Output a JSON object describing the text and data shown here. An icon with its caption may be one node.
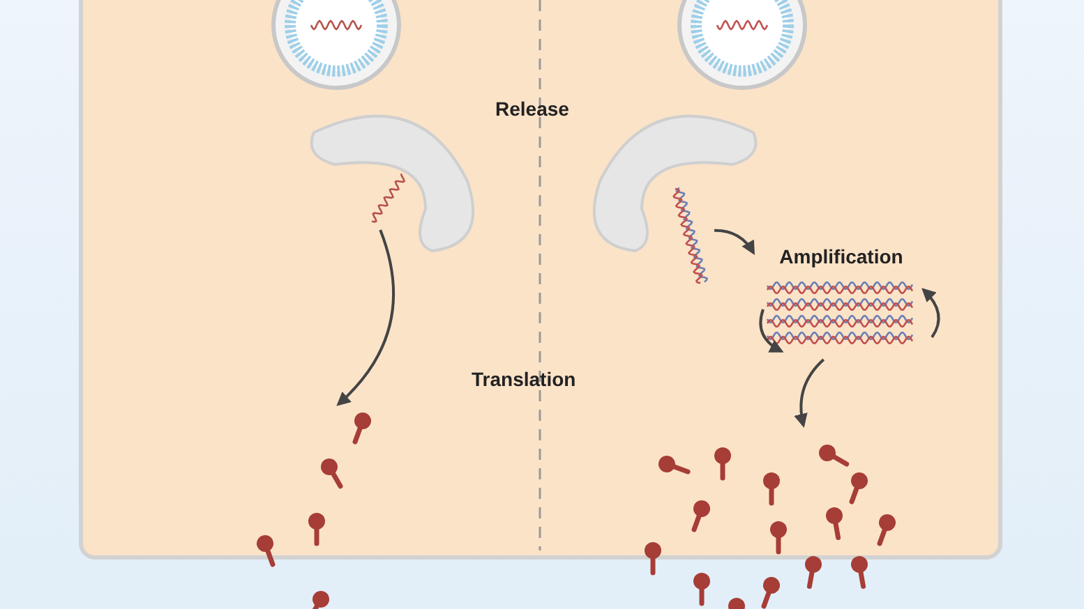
{
  "diagram": {
    "nodes": [
      {
        "text": [],
        "shape": "picture"
      },
      {
        "text": [],
        "shape": "picture"
      },
      {
        "text": [],
        "shape": "picture"
      },
      {
        "text": [
          "Amplification"
        ]
      },
      {
        "text": [],
        "shape": "picture"
      }
    ],
    "edges": [
      {
        "from": 0,
        "to": 1,
        "arrow": "to"
      },
      {
        "from": 2,
        "to": 3,
        "arrow": "to"
      },
      {
        "from": 3,
        "to": 4,
        "arrow": "to"
      }
    ],
    "labels": [
      "Release",
      "Translation"
    ]
  }
}
